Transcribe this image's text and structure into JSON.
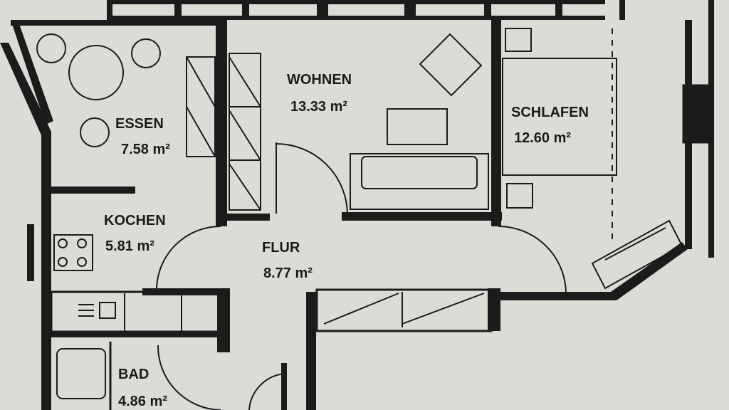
{
  "rooms": [
    {
      "name": "WOHNEN",
      "area": "13.33 m²"
    },
    {
      "name": "SCHLAFEN",
      "area": "12.60 m²"
    },
    {
      "name": "ESSEN",
      "area": "7.58 m²"
    },
    {
      "name": "KOCHEN",
      "area": "5.81 m²"
    },
    {
      "name": "FLUR",
      "area": "8.77 m²"
    },
    {
      "name": "BAD",
      "area": "4.86 m²"
    }
  ]
}
